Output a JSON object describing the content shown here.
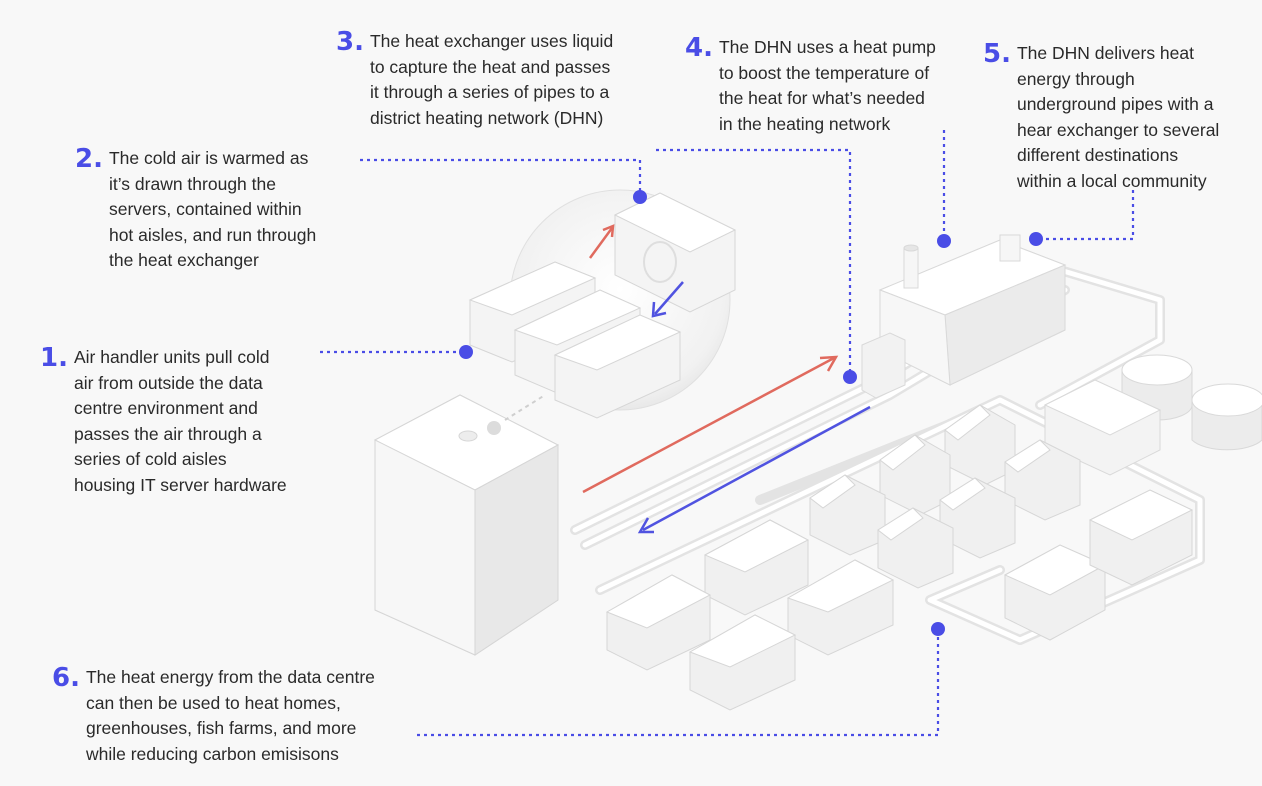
{
  "steps": [
    {
      "num": "1.",
      "text": "Air handler units pull cold\nair from outside the data\ncentre environment and\npasses the air through a\nseries of cold aisles\nhousing IT server hardware"
    },
    {
      "num": "2.",
      "text": "The cold air is warmed as\nit’s drawn through the\nservers, contained within\nhot aisles, and run through\nthe heat exchanger"
    },
    {
      "num": "3.",
      "text": "The heat exchanger uses liquid\nto capture the heat and passes\nit through a series of pipes to a\ndistrict heating network (DHN)"
    },
    {
      "num": "4.",
      "text": "The DHN uses a heat pump\nto boost the temperature of\nthe heat for what’s needed\nin the heating network"
    },
    {
      "num": "5.",
      "text": "The DHN delivers heat\nenergy through\nunderground pipes with a\nhear exchanger to several\ndifferent destinations\nwithin a local community"
    },
    {
      "num": "6.",
      "text": "The heat energy from the data centre\ncan then be used to heat homes,\ngreenhouses, fish farms, and more\nwhile reducing carbon emisisons"
    }
  ],
  "colors": {
    "accent": "#4a4de6",
    "hot_arrow": "#e06a5e",
    "cold_arrow": "#5053e0",
    "model": "#ffffff",
    "model_shade": "#e4e4e4"
  }
}
